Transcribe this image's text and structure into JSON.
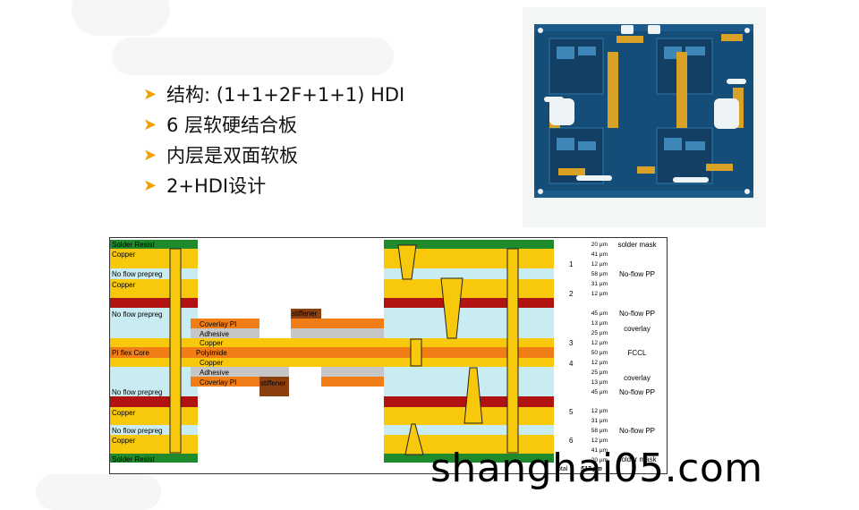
{
  "bullets": [
    "结构: (1+1+2F+1+1) HDI",
    "6 层软硬结合板",
    "内层是双面软板",
    "2+HDI设计"
  ],
  "bullet_marker": "➤",
  "colors": {
    "solder_mask": "#1e8a2c",
    "copper": "#f7c80c",
    "prepreg": "#c9ecf2",
    "dark_red": "#b11212",
    "coverlay": "#f07d16",
    "adhesive": "#c6c6c6",
    "stiffener": "#8c4010",
    "pcb_blue": "#154d79",
    "flex_gold": "#d9a227"
  },
  "stackup": {
    "left_labels": {
      "solder_top": "Solder Resist",
      "copper_1": "Copper",
      "noflow_1": "No flow prepreg",
      "copper_2": "Copper",
      "noflow_2": "No flow prepreg",
      "pi_flex_core": "PI flex Core",
      "noflow_3": "No flow prepreg",
      "copper_5": "Copper",
      "noflow_4": "No flow prepreg",
      "copper_6": "Copper",
      "solder_bottom": "Solder Resist"
    },
    "flex_labels": {
      "coverlay_top": "Coverlay PI",
      "adhesive_top": "Adhesive",
      "copper_top": "Copper",
      "polyimide": "Polyimide",
      "copper_bottom": "Copper",
      "adhesive_bottom": "Adhesive",
      "coverlay_bottom": "Coverlay PI",
      "stiffener_top": "stiffener",
      "stiffener_bottom": "stiffener"
    },
    "thickness": [
      "20 µm",
      "41 µm",
      "12 µm",
      "58 µm",
      "31 µm",
      "12 µm",
      "45 µm",
      "13 µm",
      "25 µm",
      "12 µm",
      "50 µm",
      "12 µm",
      "25 µm",
      "13 µm",
      "45 µm",
      "12 µm",
      "31 µm",
      "58 µm",
      "12 µm",
      "41 µm",
      "20 µm"
    ],
    "layer_numbers": [
      "1",
      "2",
      "3",
      "4",
      "5",
      "6"
    ],
    "materials": {
      "solder_mask_top": "solder mask",
      "noflow_pp_1": "No-flow PP",
      "noflow_pp_2": "No-flow PP",
      "coverlay_1": "coverlay",
      "fccl": "FCCL",
      "coverlay_2": "coverlay",
      "noflow_pp_3": "No-flow PP",
      "noflow_pp_4": "No-flow PP",
      "solder_mask_bottom": "solder mask"
    },
    "total_label": "otal",
    "total_value": "512 µm"
  },
  "watermark": "shanghai05.com"
}
